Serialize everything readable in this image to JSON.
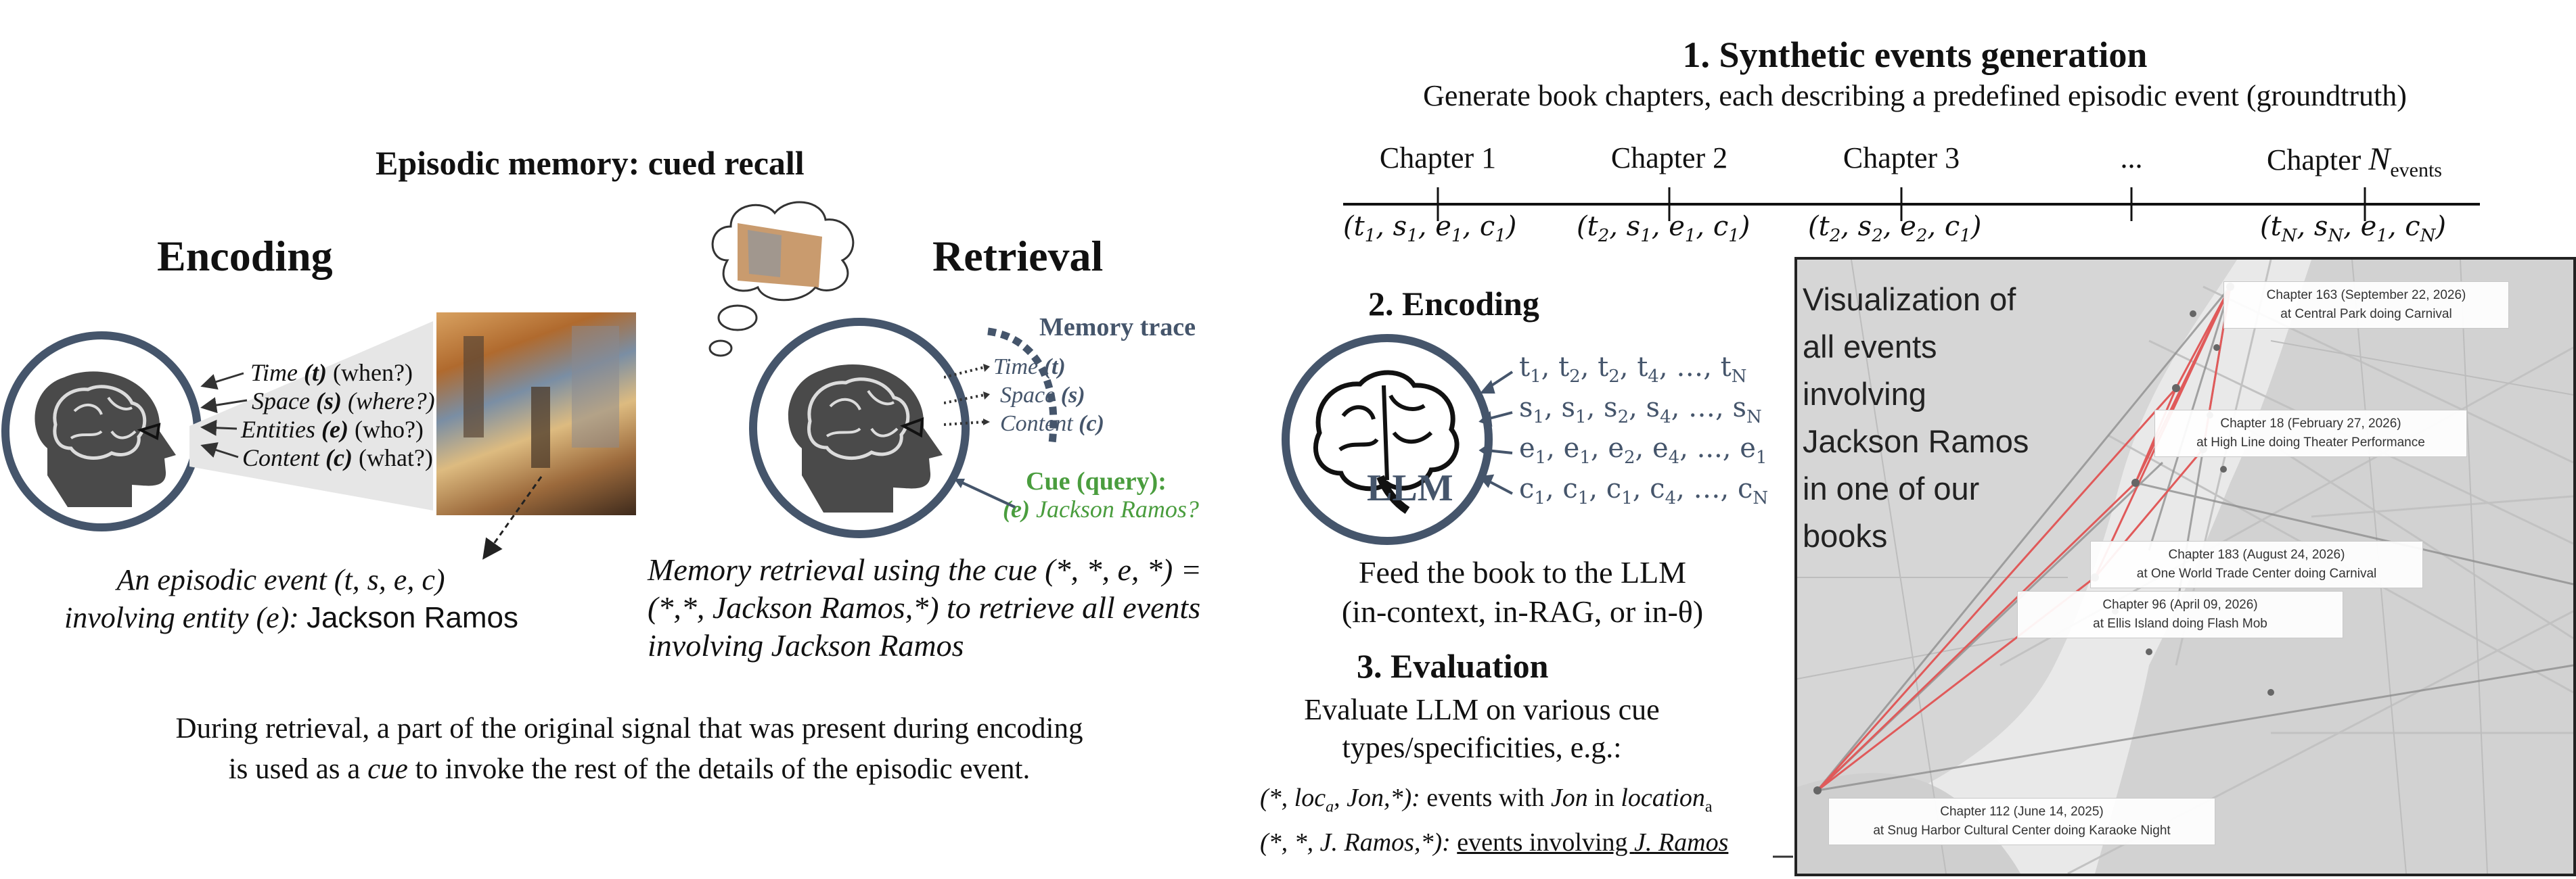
{
  "left": {
    "title": "Episodic memory: cued recall",
    "encoding_heading": "Encoding",
    "retrieval_heading": "Retrieval",
    "enc_labels": [
      {
        "key": "Time",
        "sym": "(t)",
        "q": "(when?)"
      },
      {
        "key": "Space",
        "sym": "(s)",
        "q": "(where?)"
      },
      {
        "key": "Entities",
        "sym": "(e)",
        "q": "(who?)"
      },
      {
        "key": "Content",
        "sym": "(c)",
        "q": "(what?)"
      }
    ],
    "episodic_caption_line1": "An episodic event (t, s, e, c)",
    "episodic_caption_line2_italic": "involving entity (e):",
    "episodic_caption_line2_name": "Jackson Ramos",
    "memory_trace": "Memory trace",
    "ret_labels": [
      {
        "key": "Time",
        "sym": "(t)"
      },
      {
        "key": "Space",
        "sym": "(s)"
      },
      {
        "key": "Content",
        "sym": "(c)"
      }
    ],
    "cue_title": "Cue (query):",
    "cue_value_sym": "(e)",
    "cue_value": "Jackson Ramos?",
    "retrieval_caption": [
      "Memory retrieval using the cue (*, *, e, *) =",
      "(*,*, Jackson Ramos,*) to retrieve all events",
      "involving Jackson Ramos"
    ],
    "bottom_note_line1": "During retrieval, a part of the original signal that was present during encoding",
    "bottom_note_line2_pre": "is used as a ",
    "bottom_note_line2_em": "cue",
    "bottom_note_line2_post": " to invoke the rest of the details of the episodic event."
  },
  "step1": {
    "title": "1. Synthetic events generation",
    "subtitle": "Generate book chapters, each describing a predefined episodic event (groundtruth)",
    "chapters": [
      "Chapter 1",
      "Chapter 2",
      "Chapter 3",
      "...",
      "Chapter"
    ],
    "last_chapter_var": "N",
    "last_chapter_sub": "events",
    "tuples": [
      {
        "t": "t",
        "ts": "1",
        "s": "s",
        "ss": "1",
        "e": "e",
        "es": "1",
        "c": "c",
        "cs": "1"
      },
      {
        "t": "t",
        "ts": "2",
        "s": "s",
        "ss": "1",
        "e": "e",
        "es": "1",
        "c": "c",
        "cs": "1"
      },
      {
        "t": "t",
        "ts": "2",
        "s": "s",
        "ss": "2",
        "e": "e",
        "es": "2",
        "c": "c",
        "cs": "1"
      },
      {
        "t": "t",
        "ts": "N",
        "s": "s",
        "ss": "N",
        "e": "e",
        "es": "1",
        "c": "c",
        "cs": "N"
      }
    ]
  },
  "step2": {
    "title": "2. Encoding",
    "llm_label": "LLM",
    "sequences": [
      {
        "c": "t",
        "subs": [
          "1",
          "2",
          "2",
          "4",
          "N"
        ]
      },
      {
        "c": "s",
        "subs": [
          "1",
          "1",
          "2",
          "4",
          "N"
        ]
      },
      {
        "c": "e",
        "subs": [
          "1",
          "1",
          "2",
          "4",
          "1"
        ]
      },
      {
        "c": "c",
        "subs": [
          "1",
          "1",
          "1",
          "4",
          "N"
        ]
      }
    ],
    "feed_line1": "Feed the book to the LLM",
    "feed_line2": "(in-context, in-RAG, or in-θ)"
  },
  "step3": {
    "title": "3. Evaluation",
    "desc_line1": "Evaluate LLM on various cue",
    "desc_line2": "types/specificities, e.g.:",
    "ex1_query_pre": "(*, loc",
    "ex1_query_sub": "a",
    "ex1_query_post": ", Jon,*):",
    "ex1_text_pre": " events with ",
    "ex1_text_em": "Jon",
    "ex1_text_mid": " in ",
    "ex1_text_em2": "location",
    "ex1_text_sub": "a",
    "ex2_query": "(*, *, J. Ramos,*):",
    "ex2_text_pre": "events involving ",
    "ex2_text_em": "J. Ramos"
  },
  "map": {
    "overlay_text": [
      "Visualization of",
      "all events",
      "involving",
      "Jackson Ramos",
      "in one of our",
      "books"
    ],
    "labels": [
      {
        "line1": "Chapter 163 (September 22, 2026)",
        "line2": "at Central Park doing Carnival"
      },
      {
        "line1": "Chapter 18 (February 27, 2026)",
        "line2": "at High Line doing Theater Performance"
      },
      {
        "line1": "Chapter 183 (August 24, 2026)",
        "line2": "at One World Trade Center doing Carnival"
      },
      {
        "line1": "Chapter 96 (April 09, 2026)",
        "line2": "at Ellis Island doing Flash Mob"
      },
      {
        "line1": "Chapter 112 (June 14, 2025)",
        "line2": "at Snug Harbor Cultural Center doing Karaoke Night"
      }
    ]
  },
  "colors": {
    "slate": "#45556b",
    "cue_green": "#4a9d3e",
    "route_red": "#e05a5a",
    "head_gray": "#4a4a4a"
  },
  "icons": [
    "brain-head-icon",
    "painting-image-icon",
    "thought-bubble-icon",
    "llm-brain-icon",
    "map-image"
  ]
}
